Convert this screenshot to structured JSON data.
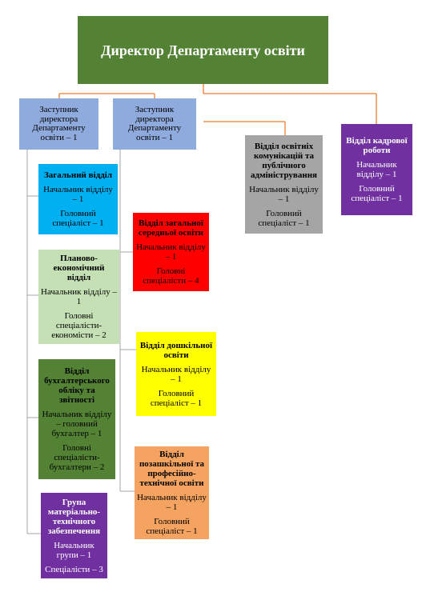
{
  "director": {
    "title": "Директор Департаменту освіти",
    "color": "#548235"
  },
  "deputies": [
    {
      "title": "Заступник директора Департаменту освіти – 1",
      "color": "#8faadc"
    },
    {
      "title": "Заступник директора Департаменту освіти – 1",
      "color": "#8faadc"
    }
  ],
  "departments": {
    "general": {
      "title": "Загальний відділ",
      "lines": [
        "Начальник відділу – 1",
        "Головний спеціаліст – 1"
      ],
      "color": "#00b0f0"
    },
    "planning": {
      "title": "Планово-економічний відділ",
      "lines": [
        "Начальник відділу – 1",
        "Головні спеціалісти-економісти – 2"
      ],
      "color": "#c5e0b4"
    },
    "accounting": {
      "title": "Відділ бухгалтерського обліку та звітності",
      "lines": [
        "Начальник відділу – головний бухгалтер – 1",
        "Головні спеціалісти-бухгалтери – 2"
      ],
      "color": "#548235"
    },
    "material": {
      "title": "Група матеріально-технічного забезпечення",
      "lines": [
        "Начальник групи – 1",
        "Спеціалісти – 3"
      ],
      "color": "#7030a0"
    },
    "secondary": {
      "title": "Відділ загальної середньої освіти",
      "lines": [
        "Начальник відділу – 1",
        "Головні спеціалісти – 4"
      ],
      "color": "#ff0000"
    },
    "preschool": {
      "title": "Відділ дошкільної освіти",
      "lines": [
        "Начальник відділу – 1",
        "Головний спеціаліст – 1"
      ],
      "color": "#ffff00"
    },
    "extracurricular": {
      "title": "Відділ позашкільної та професійно-технічної освіти",
      "lines": [
        "Начальник відділу – 1",
        "Головний спеціаліст – 1"
      ],
      "color": "#f4a460"
    },
    "communications": {
      "title": "Відділ освітніх комунікацій та публічного адміністрування",
      "lines": [
        "Начальник відділу – 1",
        "Головний спеціаліст – 1"
      ],
      "color": "#a5a5a5"
    },
    "hr": {
      "title": "Відділ кадрової роботи",
      "lines": [
        "Начальник відділу – 1",
        "Головний спеціаліст – 1"
      ],
      "color": "#7030a0"
    }
  },
  "connector_color": "#ed7d31"
}
